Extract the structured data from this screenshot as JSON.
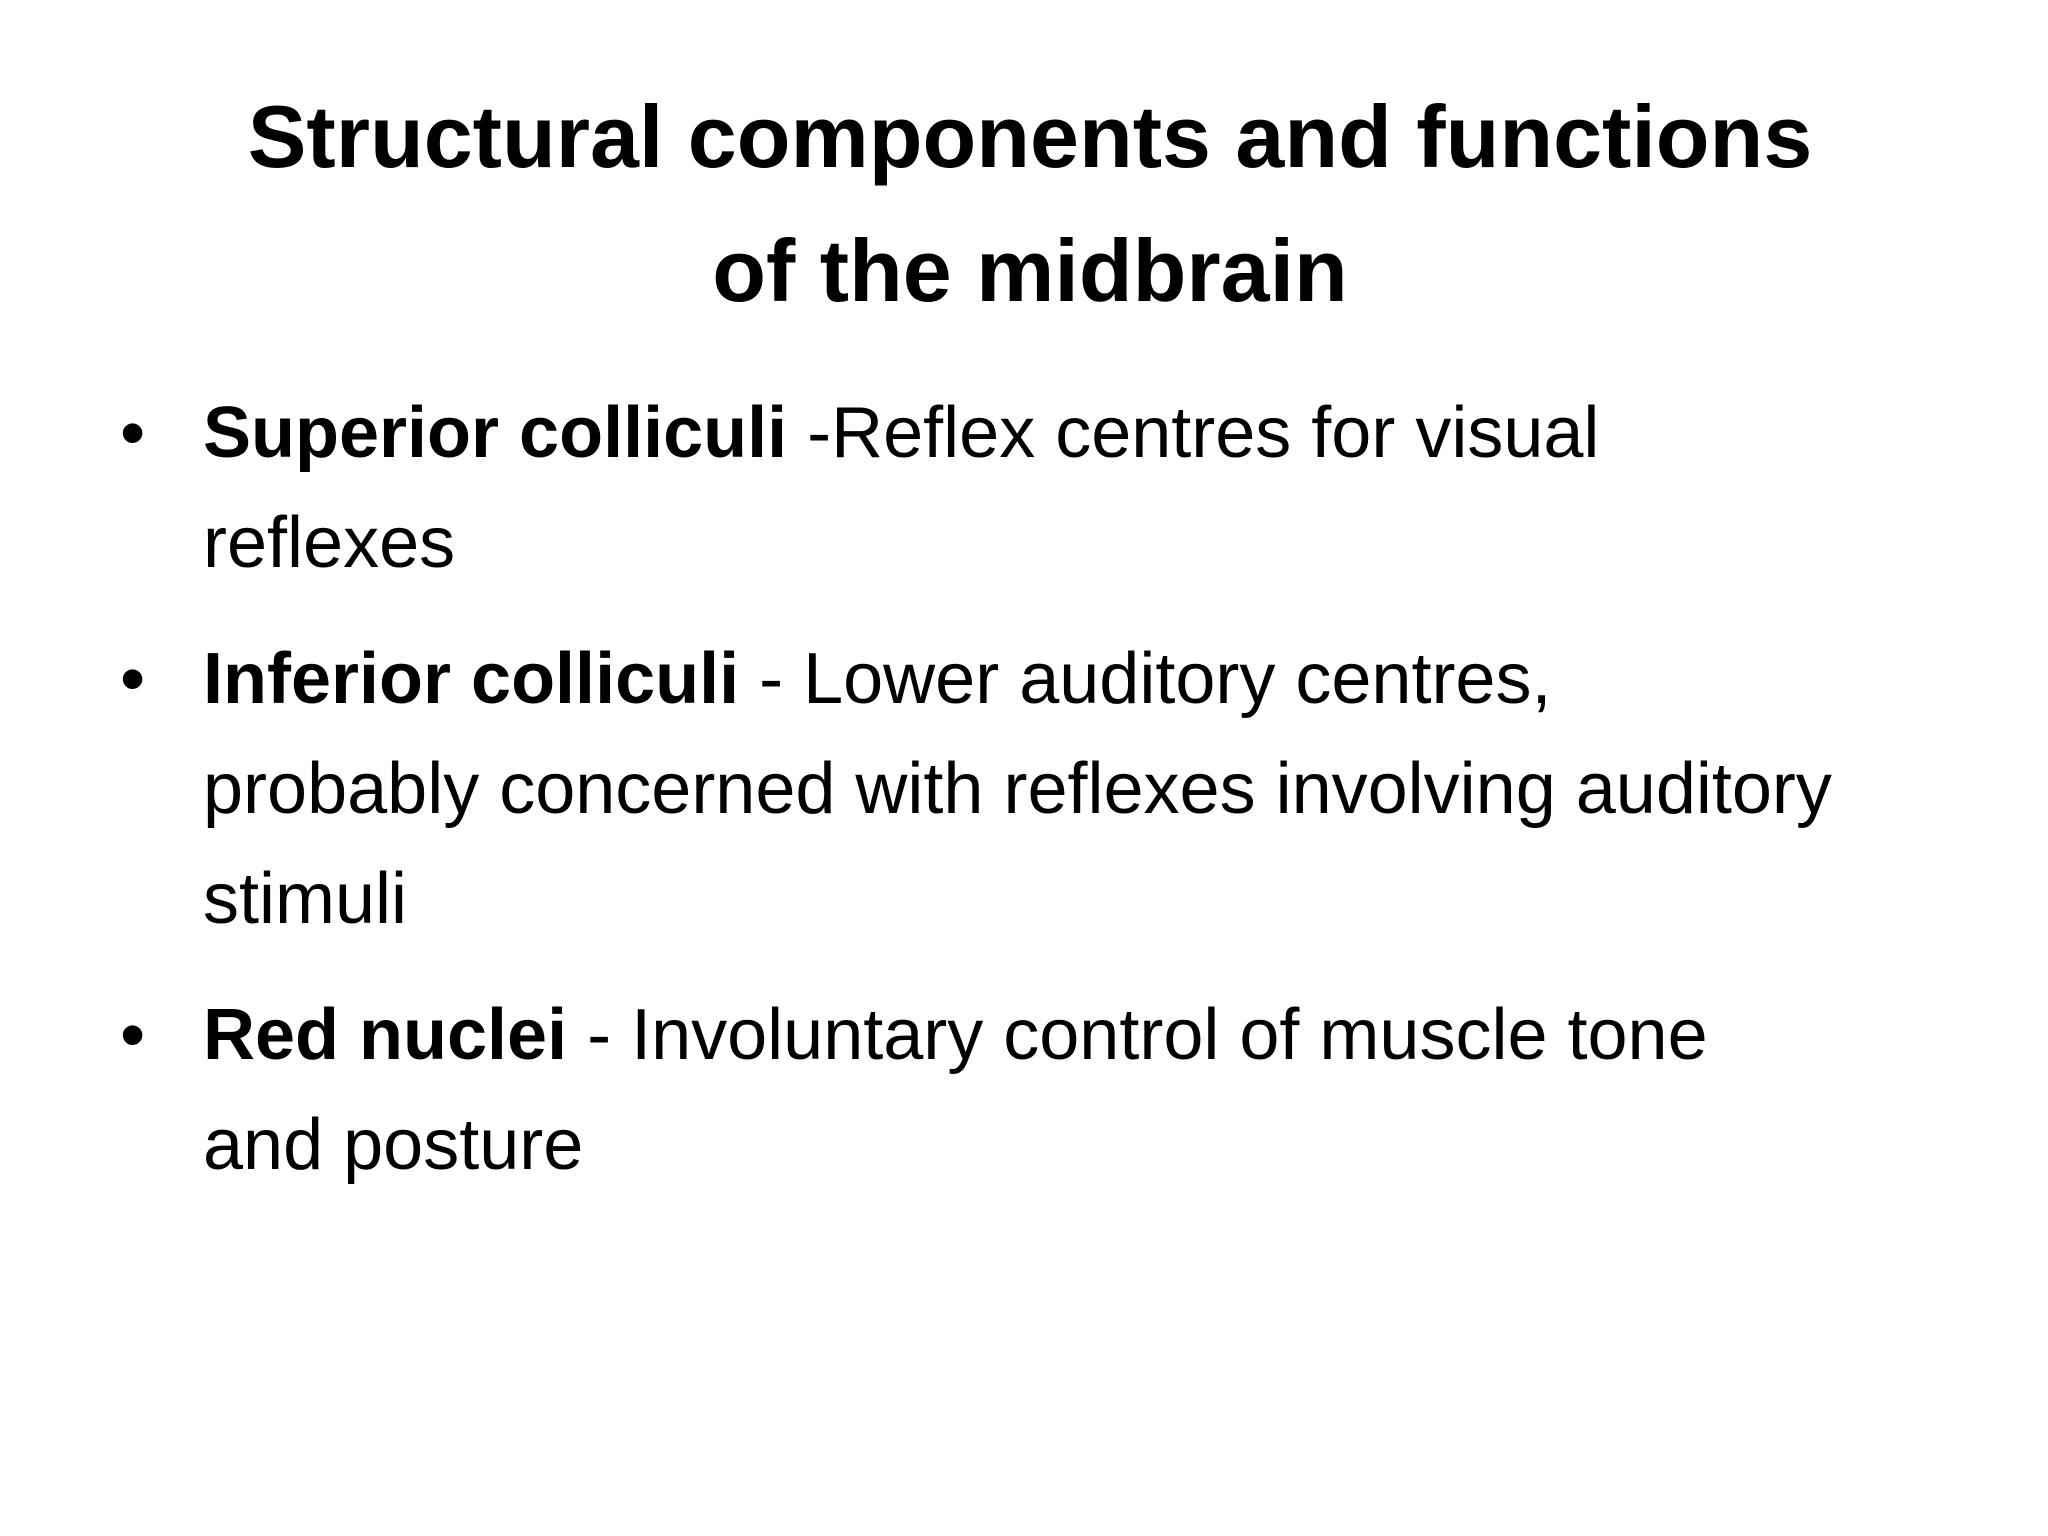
{
  "slide": {
    "title_line1": "Structural components and functions",
    "title_line2": "of the midbrain",
    "bullet_symbol": "•",
    "items": [
      {
        "term": "Superior colliculi",
        "description": " -Reflex centres for visual reflexes"
      },
      {
        "term": "Inferior colliculi",
        "description": " - Lower auditory centres, probably concerned with reflexes involving auditory stimuli"
      },
      {
        "term": "Red nuclei",
        "description": " - Involuntary control of muscle tone and posture"
      }
    ]
  }
}
